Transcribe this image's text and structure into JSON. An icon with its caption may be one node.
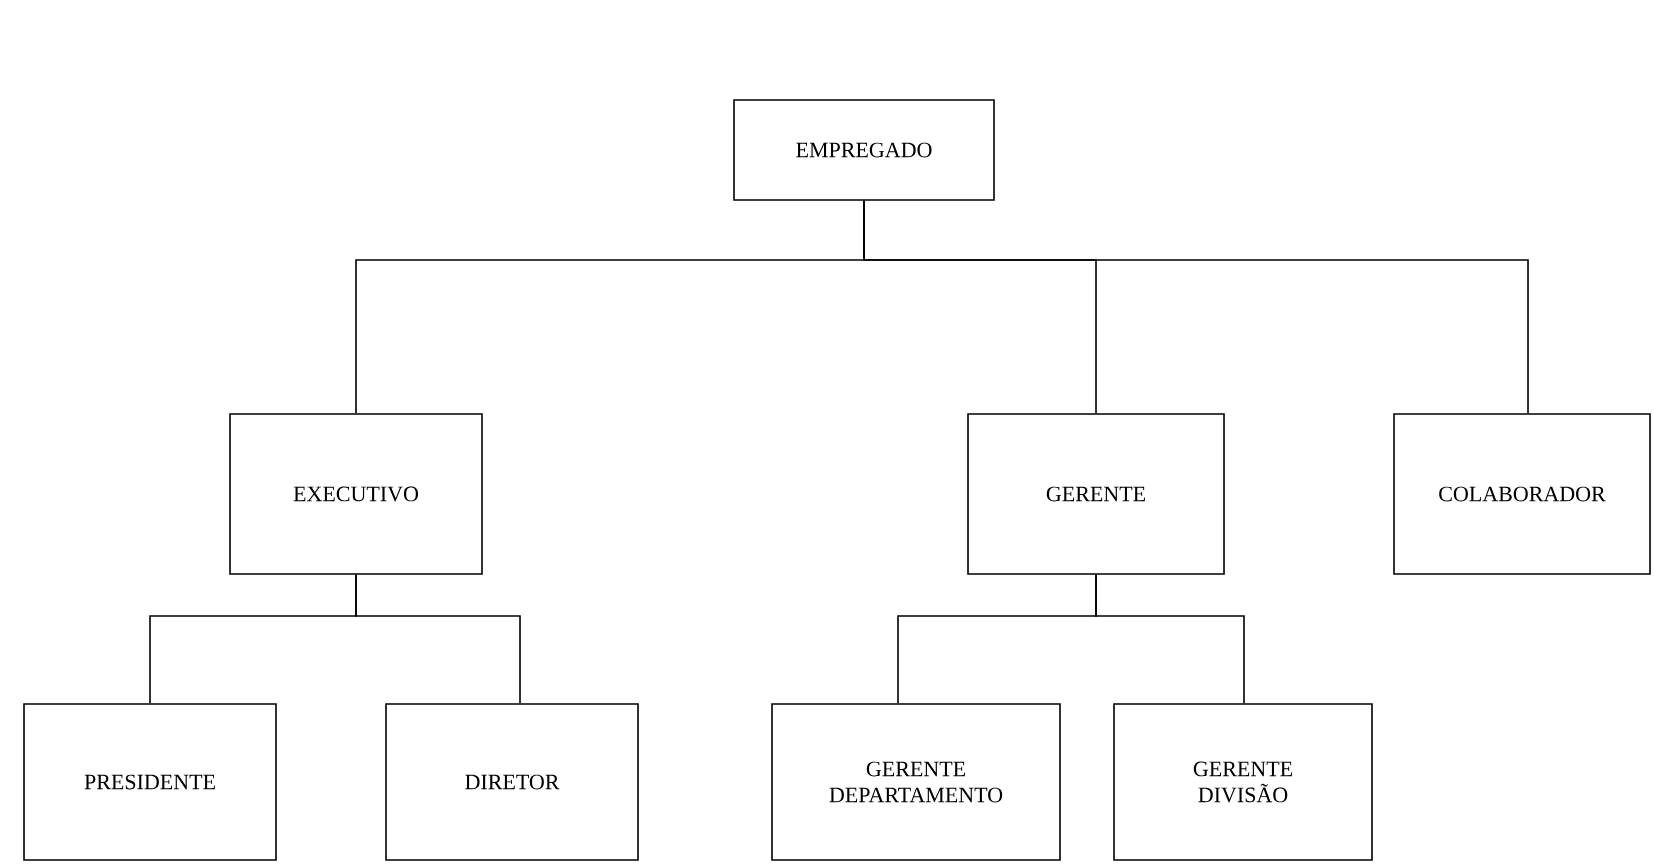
{
  "diagram": {
    "nodes": [
      {
        "text": [
          "EMPREGADO"
        ]
      },
      {
        "text": [
          "EXECUTIVO"
        ]
      },
      {
        "text": [
          "GERENTE"
        ]
      },
      {
        "text": [
          "COLABORADOR"
        ]
      },
      {
        "text": [
          "PRESIDENTE"
        ]
      },
      {
        "text": [
          "DIRETOR"
        ]
      },
      {
        "text": [
          "GERENTE DEPARTAMENTO"
        ]
      },
      {
        "text": [
          "GERENTE DIVISÃO"
        ]
      }
    ],
    "edges": [
      {
        "from": 0,
        "to": 1,
        "arrow": "none"
      },
      {
        "from": 0,
        "to": 2,
        "arrow": "none"
      },
      {
        "from": 0,
        "to": 3,
        "arrow": "none"
      },
      {
        "from": 1,
        "to": 4,
        "arrow": "none"
      },
      {
        "from": 1,
        "to": 5,
        "arrow": "none"
      },
      {
        "from": 2,
        "to": 6,
        "arrow": "none"
      },
      {
        "from": 2,
        "to": 7,
        "arrow": "none"
      }
    ]
  }
}
